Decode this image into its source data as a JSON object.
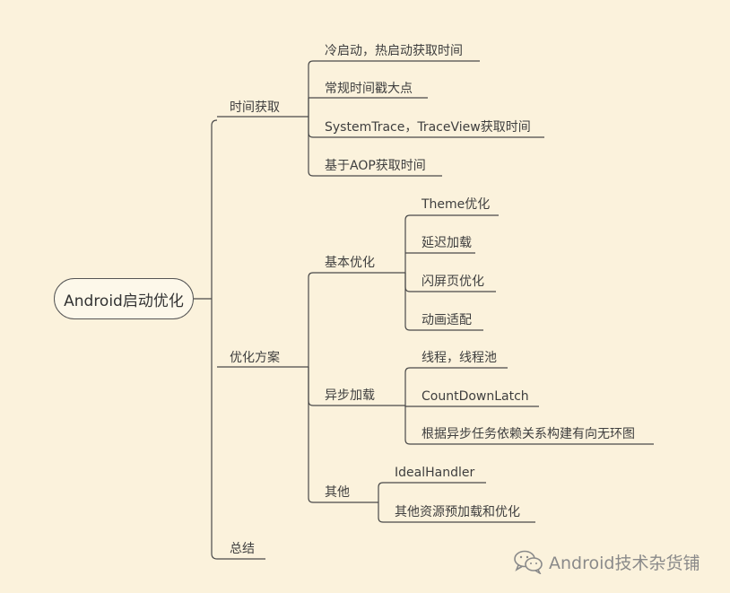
{
  "root": {
    "label": "Android启动优化"
  },
  "branches": [
    {
      "label": "时间获取",
      "children": [
        {
          "label": "冷启动，热启动获取时间"
        },
        {
          "label": "常规时间戳大点"
        },
        {
          "label": "SystemTrace，TraceView获取时间"
        },
        {
          "label": "基于AOP获取时间"
        }
      ]
    },
    {
      "label": "优化方案",
      "children": [
        {
          "label": "基本优化",
          "children": [
            {
              "label": "Theme优化"
            },
            {
              "label": "延迟加载"
            },
            {
              "label": "闪屏页优化"
            },
            {
              "label": "动画适配"
            }
          ]
        },
        {
          "label": "异步加载",
          "children": [
            {
              "label": "线程，线程池"
            },
            {
              "label": "CountDownLatch"
            },
            {
              "label": "根据异步任务依赖关系构建有向无环图"
            }
          ]
        },
        {
          "label": "其他",
          "children": [
            {
              "label": "IdealHandler"
            },
            {
              "label": "其他资源预加载和优化"
            }
          ]
        }
      ]
    },
    {
      "label": "总结",
      "children": []
    }
  ],
  "watermark": {
    "text": "Android技术杂货铺",
    "icon": "wechat-icon"
  },
  "colors": {
    "background": "#fbf2dc",
    "line": "#4a4a4a",
    "text": "#3e3e3e",
    "watermark": "#8a8a8a"
  }
}
